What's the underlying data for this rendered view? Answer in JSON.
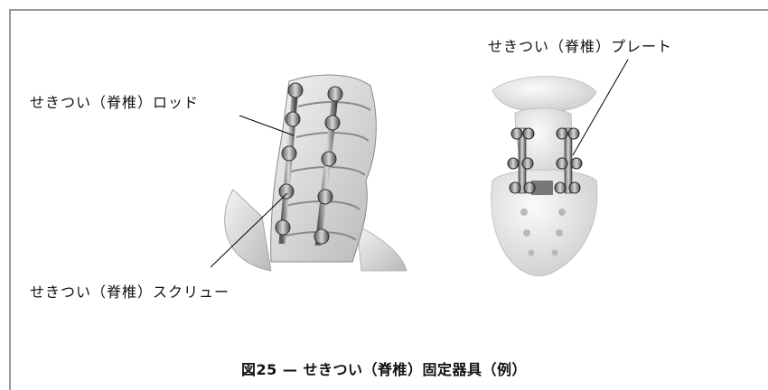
{
  "figure": {
    "labels": {
      "rod": "せきつい（脊椎）ロッド",
      "plate": "せきつい（脊椎）プレート",
      "screw": "せきつい（脊椎）スクリュー"
    },
    "caption": "図25 — せきつい（脊椎）固定器具（例）"
  }
}
